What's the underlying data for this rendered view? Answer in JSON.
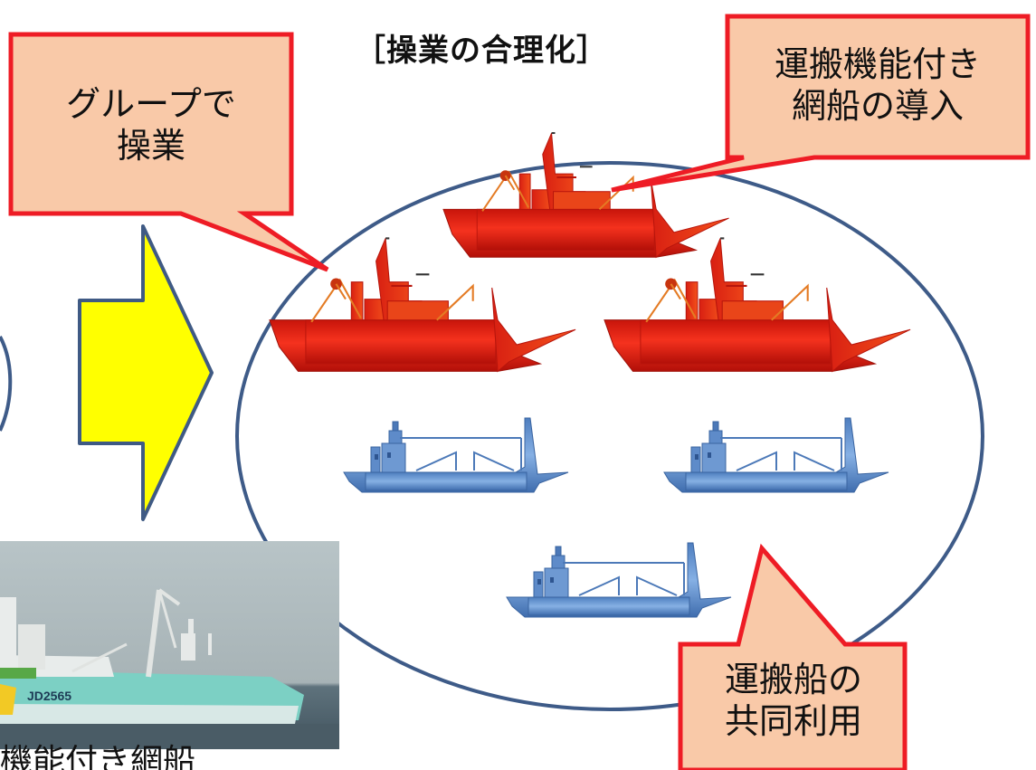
{
  "title": "［操業の合理化］",
  "callouts": {
    "group_operation": [
      "グループで",
      "操業"
    ],
    "carrier_net_ship": [
      "運搬機能付き",
      "網船の導入"
    ],
    "shared_carrier": [
      "運搬船の",
      "共同利用"
    ]
  },
  "photo": {
    "hull_marking": "JD2565"
  },
  "caption": "機能付き網船",
  "colors": {
    "callout_fill": "#F9C9A8",
    "callout_border": "#EE1C25",
    "arrow_fill": "#FFFF00",
    "arrow_border": "#3F5A84",
    "ellipse_border": "#3E5B88",
    "net_ship": "#E8261A",
    "carrier_ship": "#6A9AD8"
  }
}
